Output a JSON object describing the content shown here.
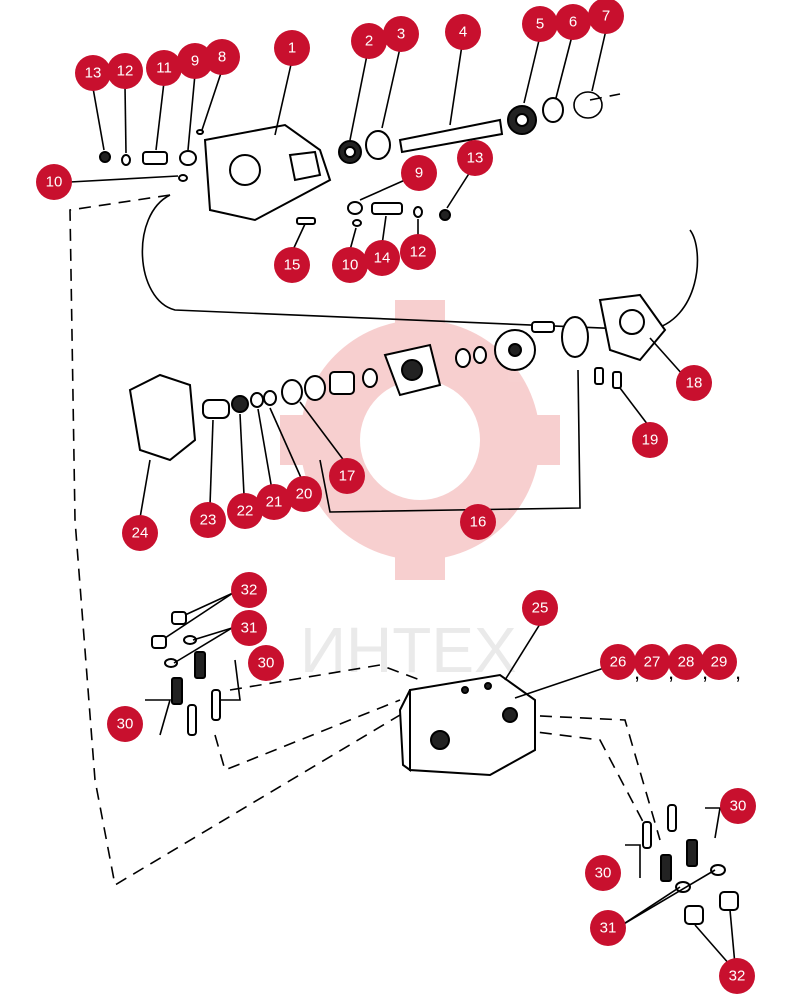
{
  "watermark": {
    "text": "ИНТЕХ",
    "color": "#f3c6c6"
  },
  "callout_color": "#c8102e",
  "callouts": [
    {
      "label": "1"
    },
    {
      "label": "2"
    },
    {
      "label": "3"
    },
    {
      "label": "4"
    },
    {
      "label": "5"
    },
    {
      "label": "6"
    },
    {
      "label": "7"
    },
    {
      "label": "8"
    },
    {
      "label": "9"
    },
    {
      "label": "11"
    },
    {
      "label": "12"
    },
    {
      "label": "13"
    },
    {
      "label": "10"
    },
    {
      "label": "9"
    },
    {
      "label": "13"
    },
    {
      "label": "15"
    },
    {
      "label": "10"
    },
    {
      "label": "14"
    },
    {
      "label": "12"
    },
    {
      "label": "18"
    },
    {
      "label": "19"
    },
    {
      "label": "17"
    },
    {
      "label": "16"
    },
    {
      "label": "24"
    },
    {
      "label": "23"
    },
    {
      "label": "22"
    },
    {
      "label": "21"
    },
    {
      "label": "20"
    },
    {
      "label": "25"
    },
    {
      "label": "26"
    },
    {
      "label": "27"
    },
    {
      "label": "28"
    },
    {
      "label": "29"
    },
    {
      "label": "32"
    },
    {
      "label": "31"
    },
    {
      "label": "30"
    },
    {
      "label": "30"
    },
    {
      "label": "30"
    },
    {
      "label": "30"
    },
    {
      "label": "31"
    },
    {
      "label": "32"
    }
  ],
  "separators": [
    ",",
    ",",
    ",",
    ","
  ]
}
